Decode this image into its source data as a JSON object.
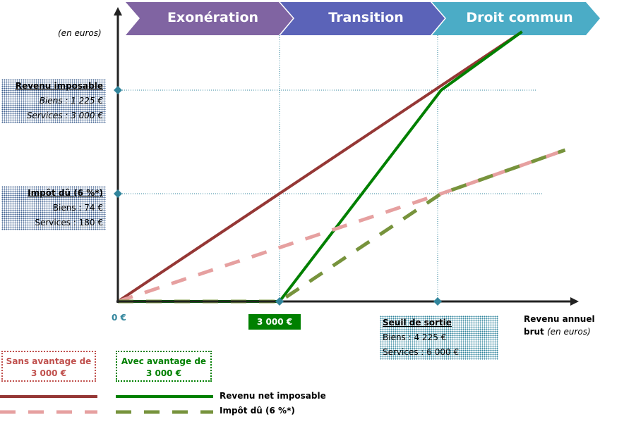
{
  "phases": [
    {
      "label": "Exonération",
      "color": "#8064a2"
    },
    {
      "label": "Transition",
      "color": "#5b63b8"
    },
    {
      "label": "Droit commun",
      "color": "#4bacc6"
    }
  ],
  "y_unit": "(en euros)",
  "revenu_box": {
    "title": "Revenu imposable",
    "biens": "Biens : 1 225 €",
    "services": "Services : 3 000 €"
  },
  "impot_box": {
    "title": "Impôt dû (6 %*)",
    "biens": "Biens : 74 €",
    "services": "Services : 180 €"
  },
  "seuil_box": {
    "title": "Seuil de sortie",
    "biens": "Biens : 4 225 €",
    "services": "Services : 6 000 €"
  },
  "origin_label": "0 €",
  "threshold_label": "3 000 €",
  "x_label_1": "Revenu annuel",
  "x_label_2": "brut",
  "x_label_unit": "(en euros)",
  "legend": {
    "sans": "Sans avantage de 3 000 €",
    "avec": "Avec avantage de 3 000 €",
    "revenu": "Revenu net imposable",
    "impot": "Impôt dû (6 %*)"
  },
  "chart_data": {
    "type": "line",
    "xlabel": "Revenu annuel brut (en euros)",
    "ylabel": "(en euros)",
    "series": [
      {
        "name": "Revenu net imposable - sans avantage",
        "color": "#953735",
        "dash": false,
        "points": [
          [
            0,
            0
          ],
          [
            7500,
            3830
          ]
        ]
      },
      {
        "name": "Revenu net imposable - avec avantage",
        "color": "#008000",
        "dash": false,
        "points": [
          [
            0,
            0
          ],
          [
            3000,
            0
          ],
          [
            6000,
            3000
          ],
          [
            7500,
            3830
          ]
        ]
      },
      {
        "name": "Impôt dû - sans avantage",
        "color": "#e6a0a0",
        "dash": true,
        "points": [
          [
            0,
            0
          ],
          [
            6000,
            1530
          ],
          [
            8300,
            2150
          ]
        ]
      },
      {
        "name": "Impôt dû - avec avantage",
        "color": "#77933c",
        "dash": true,
        "points": [
          [
            0,
            0
          ],
          [
            3000,
            0
          ],
          [
            6000,
            1530
          ],
          [
            8300,
            2150
          ]
        ]
      }
    ]
  }
}
